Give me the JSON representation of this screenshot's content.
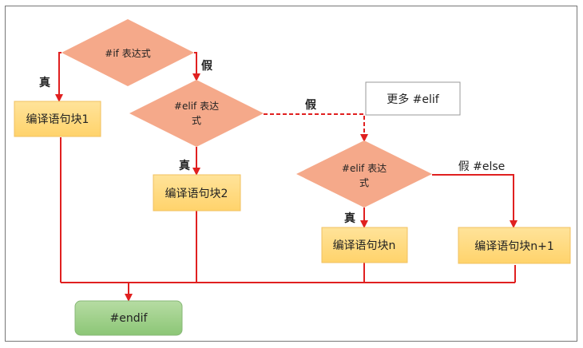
{
  "nodes": {
    "if_cond": "#if 表达式",
    "elif1_cond_line1": "#elif 表达",
    "elif1_cond_line2": "式",
    "elif2_cond_line1": "#elif 表达",
    "elif2_cond_line2": "式",
    "more_elif": "更多 #elif",
    "block1": "编译语句块1",
    "block2": "编译语句块2",
    "block_n": "编译语句块n",
    "block_n1": "编译语句块n+1",
    "endif": "#endif"
  },
  "edge_labels": {
    "if_true": "真",
    "if_false": "假",
    "elif1_true": "真",
    "elif1_false": "假",
    "elif2_true": "真",
    "elif2_false_else": "假 #else"
  },
  "colors": {
    "diamond_fill": "#f5a98a",
    "block_fill": "#ffdb80",
    "endif_fill": "#9fd08a",
    "arrow": "#e02020"
  }
}
